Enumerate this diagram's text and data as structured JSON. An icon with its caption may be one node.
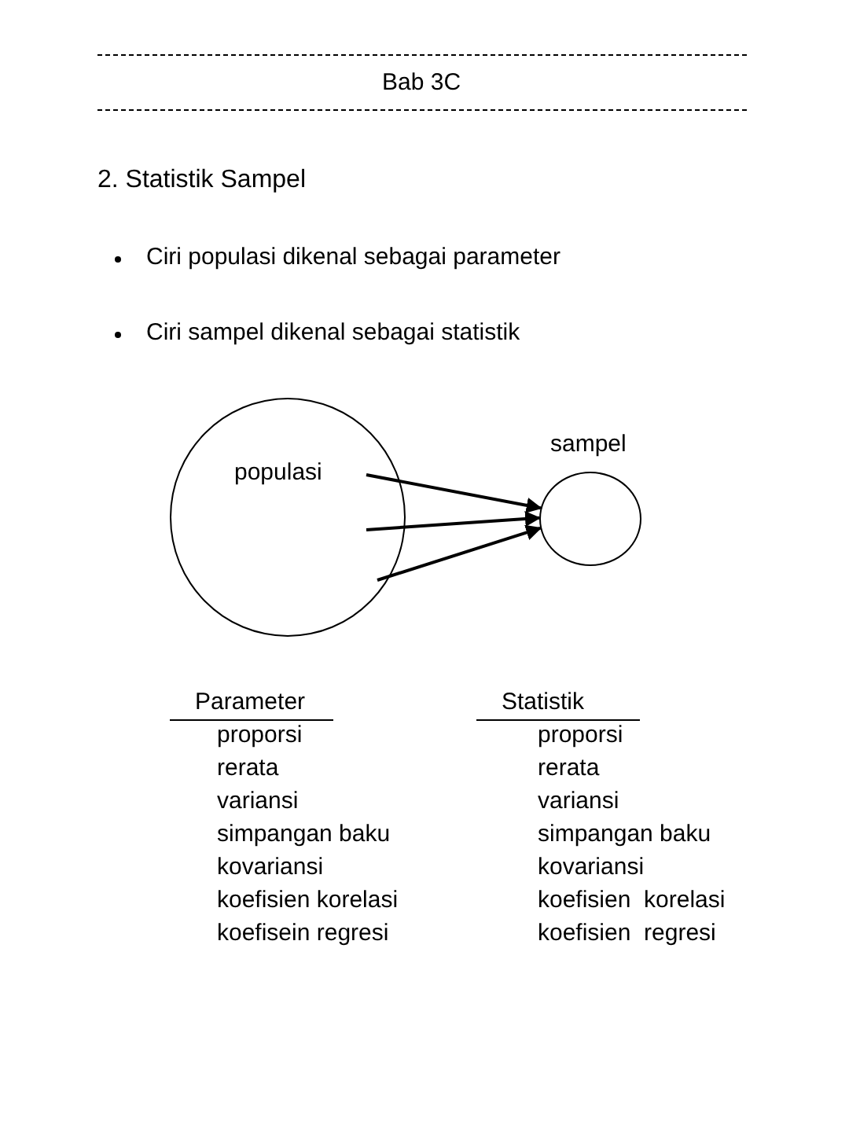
{
  "diagram": {
    "title": "2. Statistik Sampel",
    "nodes": [
      {
        "text": [
          "populasi"
        ]
      },
      {
        "text": [
          "sampel"
        ]
      }
    ],
    "edges": [
      {
        "from": 0,
        "to": 1,
        "arrow": "to"
      },
      {
        "from": 0,
        "to": 1,
        "arrow": "to"
      },
      {
        "from": 0,
        "to": 1,
        "arrow": "to"
      }
    ],
    "labels": [
      "Bab 3C",
      "Ciri populasi dikenal sebagai parameter",
      "Ciri sampel dikenal sebagai statistik",
      "Parameter",
      "proporsi",
      "rerata",
      "variansi",
      "simpangan baku",
      "kovariansi",
      "koefisien korelasi",
      "koefisein regresi",
      "Statistik",
      "proporsi",
      "rerata",
      "variansi",
      "simpangan baku",
      "kovariansi",
      "koefisien  korelasi",
      "koefisien  regresi"
    ]
  }
}
